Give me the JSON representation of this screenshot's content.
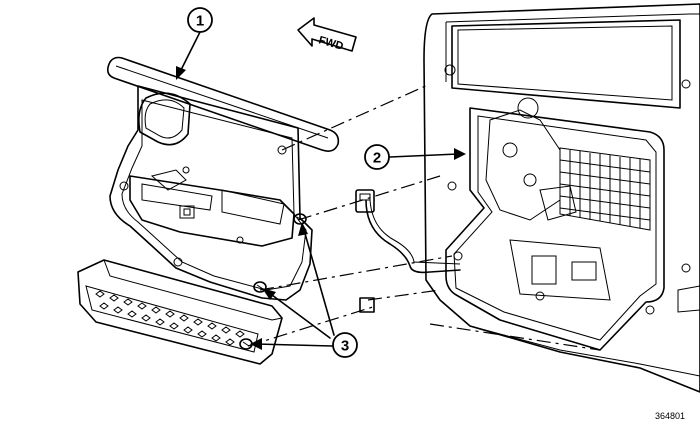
{
  "callouts": [
    {
      "id": "callout-1",
      "label": "1"
    },
    {
      "id": "callout-2",
      "label": "2"
    },
    {
      "id": "callout-3",
      "label": "3"
    }
  ],
  "direction_arrow": {
    "label": "FWD"
  },
  "figure_id": "364801"
}
